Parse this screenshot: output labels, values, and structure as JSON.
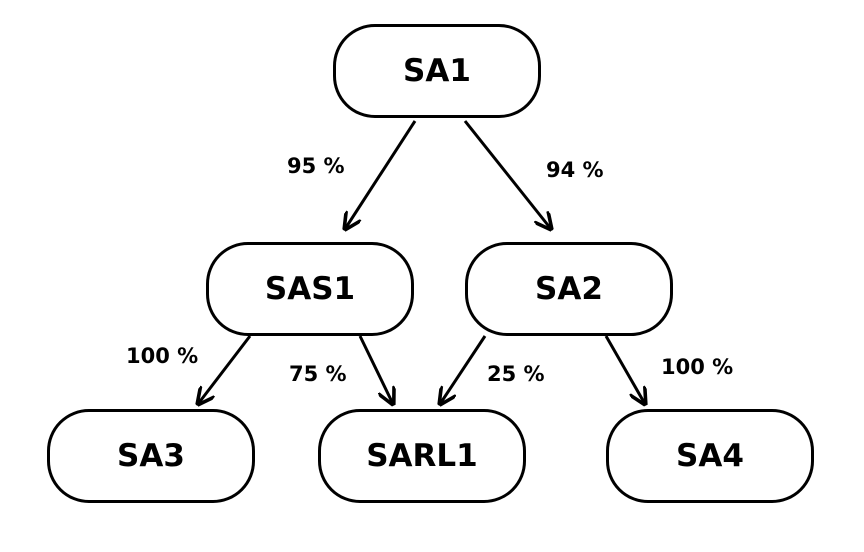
{
  "nodes": {
    "sa1": "SA1",
    "sas1": "SAS1",
    "sa2": "SA2",
    "sa3": "SA3",
    "sarl1": "SARL1",
    "sa4": "SA4"
  },
  "edges": [
    {
      "from": "SA1",
      "to": "SAS1",
      "label": "95 %"
    },
    {
      "from": "SA1",
      "to": "SA2",
      "label": "94 %"
    },
    {
      "from": "SAS1",
      "to": "SA3",
      "label": "100 %"
    },
    {
      "from": "SAS1",
      "to": "SARL1",
      "label": "75 %"
    },
    {
      "from": "SA2",
      "to": "SARL1",
      "label": "25 %"
    },
    {
      "from": "SA2",
      "to": "SA4",
      "label": "100 %"
    }
  ],
  "colors": {
    "stroke": "#000000",
    "background": "#ffffff"
  }
}
